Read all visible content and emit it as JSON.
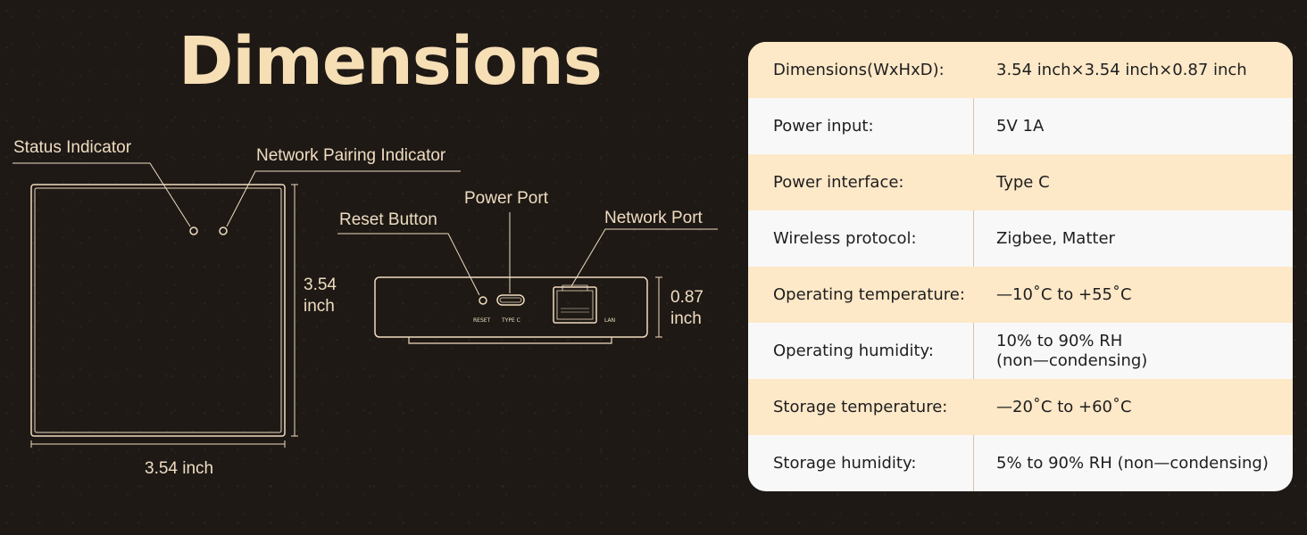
{
  "title": "Dimensions",
  "diagram": {
    "callouts": {
      "status_indicator": "Status Indicator",
      "network_pairing_indicator": "Network Pairing Indicator",
      "reset_button": "Reset Button",
      "power_port": "Power Port",
      "network_port": "Network Port"
    },
    "dimensions": {
      "height_value": "3.54",
      "height_unit": "inch",
      "width_text": "3.54 inch",
      "depth_value": "0.87",
      "depth_unit": "inch"
    },
    "port_labels": {
      "reset": "RESET",
      "type_c": "TYPE C",
      "lan": "LAN"
    }
  },
  "specs": [
    {
      "label": "Dimensions(WxHxD):",
      "value": "3.54 inch×3.54 inch×0.87 inch"
    },
    {
      "label": "Power input:",
      "value": "5V 1A"
    },
    {
      "label": "Power interface:",
      "value": "Type C"
    },
    {
      "label": "Wireless protocol:",
      "value": "Zigbee, Matter"
    },
    {
      "label": "Operating temperature:",
      "value": "—10˚C to +55˚C"
    },
    {
      "label": "Operating humidity:",
      "value": "10% to 90% RH\n(non—condensing)"
    },
    {
      "label": "Storage temperature:",
      "value": "—20˚C to +60˚C"
    },
    {
      "label": "Storage humidity:",
      "value": "5% to 90% RH (non—condensing)"
    }
  ],
  "colors": {
    "background": "#1e1915",
    "title": "#f6deb5",
    "line_art": "#f0dcbf",
    "row_highlight": "#fde8c8",
    "row_plain": "#f8f8f8"
  }
}
